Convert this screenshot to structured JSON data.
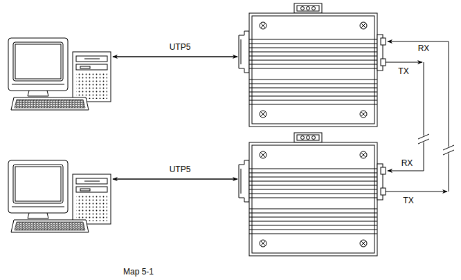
{
  "diagram": {
    "caption": "Map 5-1",
    "labels": [
      "UTP5",
      "UTP5",
      "RX",
      "TX",
      "RX",
      "TX"
    ]
  }
}
